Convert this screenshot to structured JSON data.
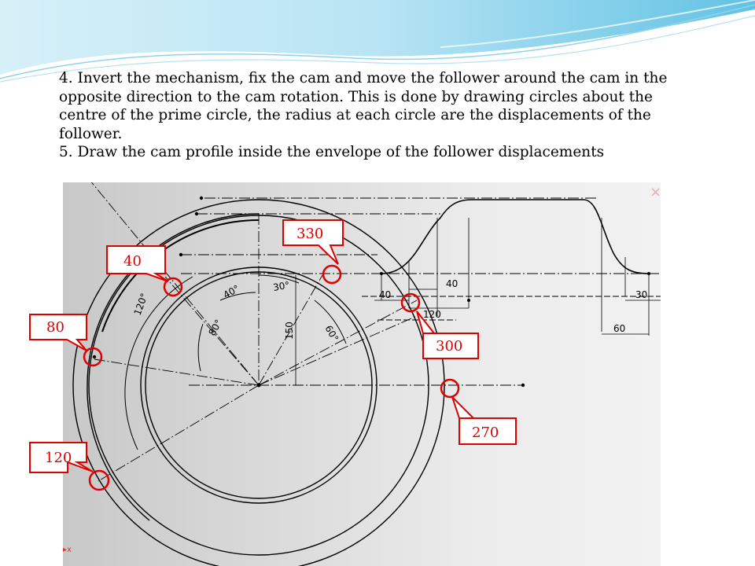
{
  "slide": {
    "step4": "4. Invert the mechanism, fix the cam and move the follower around the cam in the opposite direction to the cam rotation. This is done by drawing circles about the centre of the prime circle, the radius at each circle are the displacements of the follower.",
    "step5": "5. Draw the cam profile inside the envelope of the follower displacements"
  },
  "drawing": {
    "angle_labels": [
      "120°",
      "80°",
      "40°",
      "30°",
      "150",
      "60°"
    ],
    "dimension_labels": [
      "40",
      "40",
      "120",
      "30",
      "60"
    ],
    "marker": "▸x",
    "close_mark": "×"
  },
  "callouts": [
    {
      "label": "330"
    },
    {
      "label": "40"
    },
    {
      "label": "80"
    },
    {
      "label": "300"
    },
    {
      "label": "270"
    },
    {
      "label": "120"
    }
  ],
  "colors": {
    "callout_red": "#e00000",
    "wave_light": "#c9ecf6",
    "wave_dark": "#5fbfdf"
  }
}
